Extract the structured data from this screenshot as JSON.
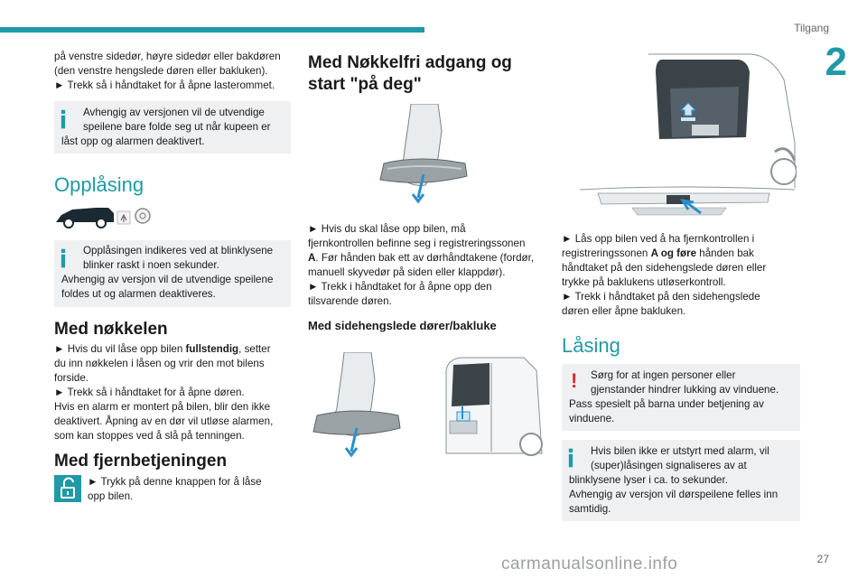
{
  "header": {
    "title": "Tilgang",
    "chapter_number": "2",
    "page_number": "27"
  },
  "col1": {
    "intro_line1": "på venstre sidedør, høyre sidedør eller bakdøren",
    "intro_line2": "(den venstre hengslede døren eller bakluken).",
    "intro_line3": "► Trekk så i håndtaket for å åpne lasterommet.",
    "info1_line1": "Avhengig av versjonen vil de utvendige",
    "info1_line2": "speilene bare folde seg ut når kupeen er",
    "info1_line3": "låst opp og alarmen deaktivert.",
    "section_opplasing": "Opplåsing",
    "info2_line1": "Opplåsingen indikeres ved at blinklysene",
    "info2_line2": "blinker raskt i noen sekunder.",
    "info2_line3": "Avhengig av versjon vil de utvendige speilene",
    "info2_line4": "foldes ut og alarmen deaktiveres.",
    "heading_nokkel": "Med nøkkelen",
    "nk_line1_a": "► Hvis du vil låse opp bilen ",
    "nk_line1_b": "fullstendig",
    "nk_line1_c": ", setter",
    "nk_line2": "du inn nøkkelen i låsen og vrir den mot bilens",
    "nk_line3": "forside.",
    "nk_line4": "► Trekk så i håndtaket for å åpne døren.",
    "nk_line5": "Hvis en alarm er montert på bilen, blir den ikke",
    "nk_line6": "deaktivert. Åpning av en dør vil utløse alarmen,",
    "nk_line7": "som kan stoppes ved å slå på tenningen.",
    "heading_fjern": "Med fjernbetjeningen",
    "fj_line1": "► Trykk på denne knappen for å låse",
    "fj_line2": "opp bilen."
  },
  "col2": {
    "heading_line1": "Med Nøkkelfri adgang og",
    "heading_line2": "start \"på deg\"",
    "p1_line1": "► Hvis du skal låse opp bilen, må",
    "p1_line2": "fjernkontrollen befinne seg i registreringssonen",
    "p1_line3_a": "A",
    "p1_line3_b": ". Før hånden bak ett av dørhåndtakene (fordør,",
    "p1_line4": "manuell skyvedør på siden eller klappdør).",
    "p1_line5": "► Trekk i håndtaket for å åpne opp den",
    "p1_line6": "tilsvarende døren.",
    "subheading": "Med sidehengslede dører/bakluke"
  },
  "col3": {
    "p1_line1": "► Lås opp bilen ved å ha fjernkontrollen i",
    "p1_line2_a": "registreringssonen ",
    "p1_line2_b": "A og føre",
    "p1_line2_c": " hånden bak",
    "p1_line3": "håndtaket på den sidehengslede døren eller",
    "p1_line4": "trykke på baklukens utløserkontroll.",
    "p1_line5": "► Trekk i håndtaket på den sidehengslede",
    "p1_line6": "døren eller åpne bakluken.",
    "section_lasing": "Låsing",
    "warn_line1": "Sørg for at ingen personer eller",
    "warn_line2": "gjenstander hindrer lukking av vinduene.",
    "warn_line3": "Pass spesielt på barna under betjening av",
    "warn_line4": "vinduene.",
    "info_line1": "Hvis bilen ikke er utstyrt med alarm, vil",
    "info_line2": "(super)låsingen signaliseres av at",
    "info_line3": "blinklysene lyser i ca. to sekunder.",
    "info_line4": "Avhengig av versjon vil dørspeilene felles inn",
    "info_line5": "samtidig."
  },
  "watermark": "carmanualsonline.info",
  "colors": {
    "accent": "#1f9aa6",
    "info_bg": "#eef0f1",
    "warning": "#e0262b"
  }
}
